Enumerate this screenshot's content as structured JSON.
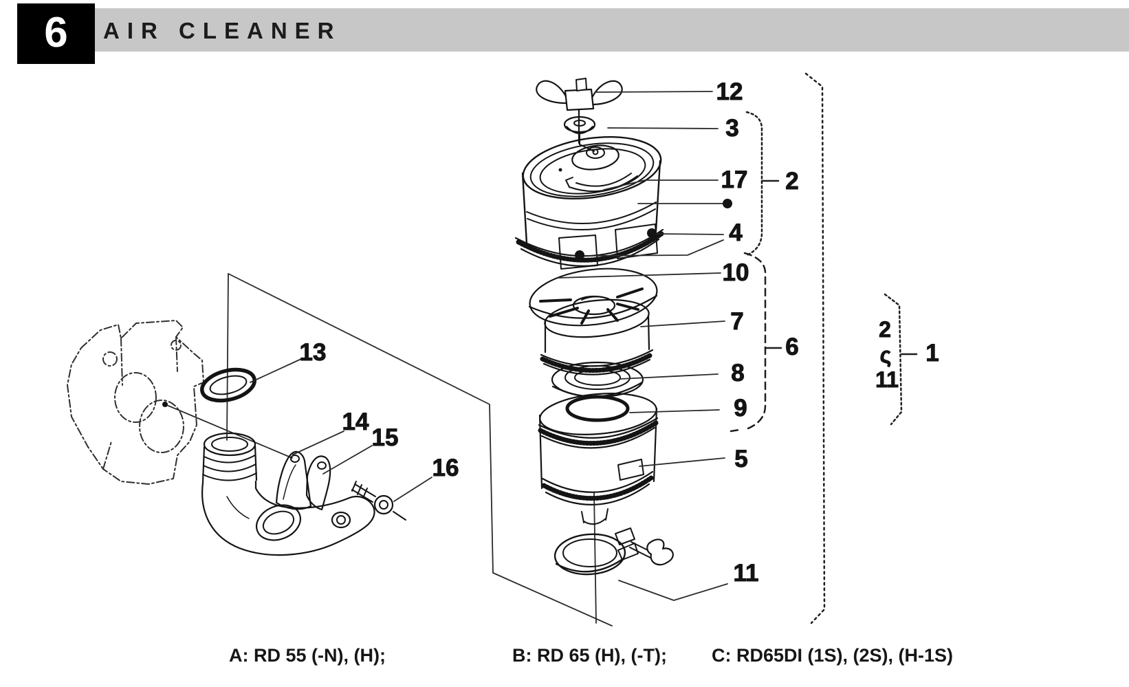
{
  "header": {
    "section_number": "6",
    "title": "AIR CLEANER"
  },
  "figure": {
    "callouts": {
      "1": "1",
      "2": "2",
      "3": "3",
      "4": "4",
      "5": "5",
      "6": "6",
      "7": "7",
      "8": "8",
      "9": "9",
      "10": "10",
      "11": "11",
      "12": "12",
      "13": "13",
      "14": "14",
      "15": "15",
      "16": "16",
      "17": "17"
    },
    "range_bracket": {
      "from": "2",
      "tilde": "ς",
      "to": "11",
      "ref": "1"
    }
  },
  "footer": {
    "variants": [
      {
        "text": "A: RD 55 (-N), (H);"
      },
      {
        "text": "B: RD 65 (H), (-T);"
      },
      {
        "text": "C: RD65DI (1S), (2S), (H-1S)"
      }
    ]
  },
  "colors": {
    "ink": "#141414",
    "header_bar": "#c7c7c7",
    "header_box": "#000000"
  }
}
